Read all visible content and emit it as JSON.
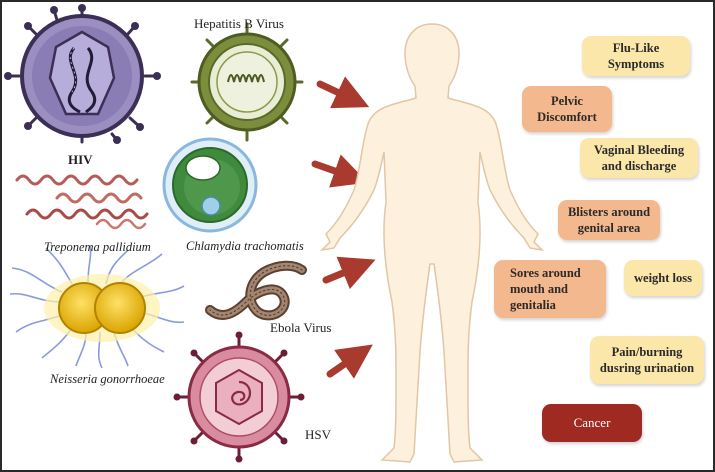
{
  "pathogens": {
    "hiv": "HIV",
    "hepatitis_b": "Hepatitis B Virus",
    "treponema": "Treponema pallidium",
    "chlamydia": "Chlamydia trachomatis",
    "ebola": "Ebola Virus",
    "neisseria": "Neisseria gonorrhoeae",
    "hsv": "HSV"
  },
  "symptoms": {
    "flu": "Flu-Like Symptoms",
    "pelvic": "Pelvic Discomfort",
    "vaginal": "Vaginal Bleeding and discharge",
    "blisters": "Blisters around genital area",
    "sores": "Sores around mouth and genitalia",
    "weight": "weight loss",
    "pain": "Pain/burning dusring urination",
    "cancer": "Cancer"
  },
  "colors": {
    "arrow": "#a83a2e",
    "symptom_yellow": "#fbe7a9",
    "symptom_orange": "#f4b88e",
    "cancer_red": "#9e2a22",
    "body_fill": "#fdf0dc"
  }
}
